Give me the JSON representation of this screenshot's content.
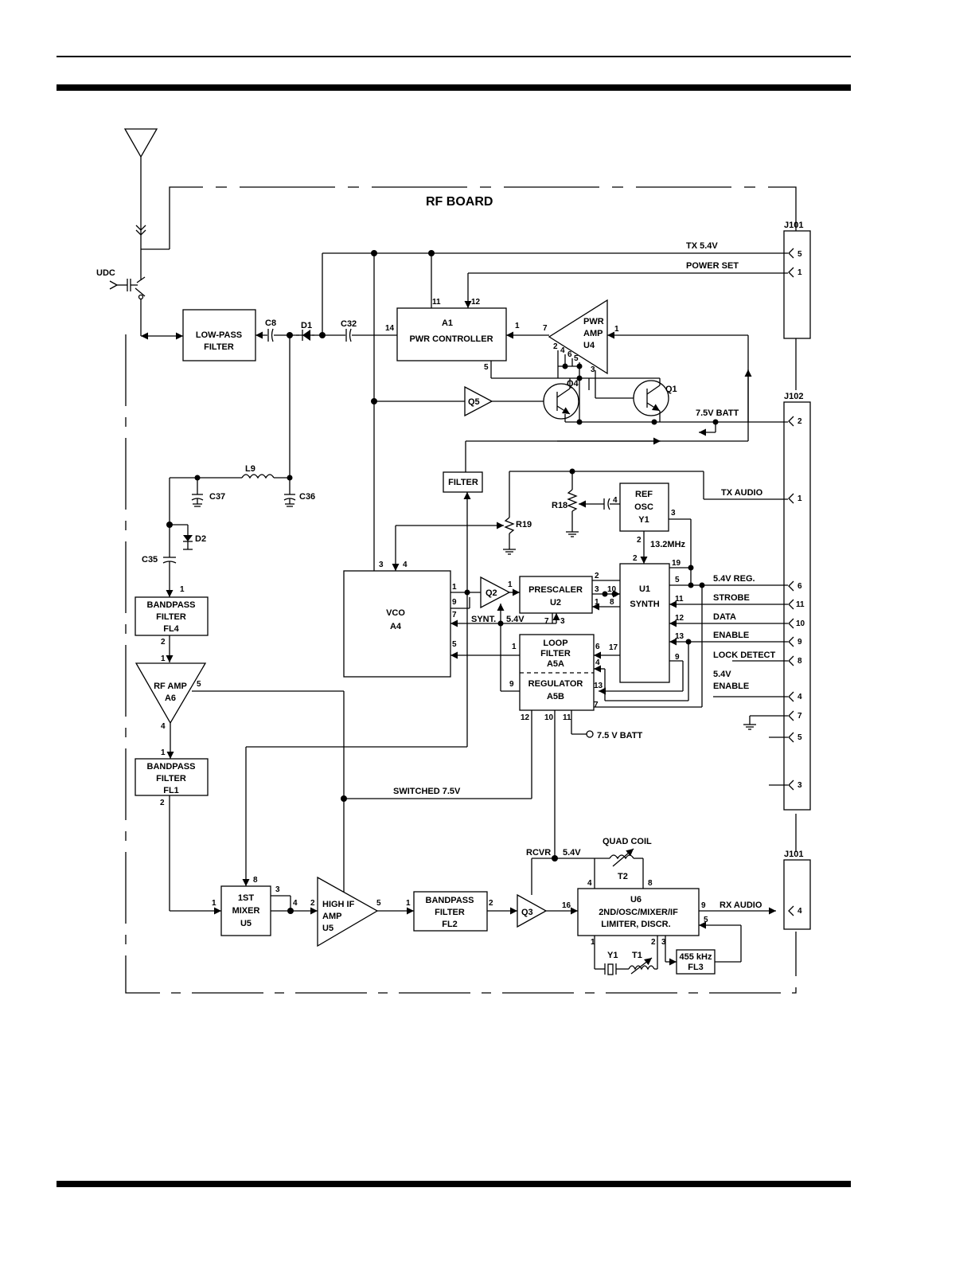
{
  "title": "RF BOARD",
  "connectors": {
    "j101_top": "J101",
    "j102": "J102",
    "j101_bottom": "J101"
  },
  "components": {
    "udc": "UDC",
    "low_pass_filter": [
      "LOW-PASS",
      "FILTER"
    ],
    "c8": "C8",
    "d1": "D1",
    "c32": "C32",
    "a1": [
      "A1",
      "PWR CONTROLLER"
    ],
    "pwr_amp": [
      "PWR",
      "AMP",
      "U4"
    ],
    "q1": "Q1",
    "q4": "Q4",
    "q5": "Q5",
    "l9": "L9",
    "c37": "C37",
    "c36": "C36",
    "d2": "D2",
    "c35": "C35",
    "fl4": [
      "BANDPASS",
      "FILTER",
      "FL4"
    ],
    "a6": [
      "RF AMP",
      "A6"
    ],
    "fl1": [
      "BANDPASS",
      "FILTER",
      "FL1"
    ],
    "filter": "FILTER",
    "r18": "R18",
    "r19": "R19",
    "ref_osc": [
      "REF",
      "OSC",
      "Y1"
    ],
    "vco": [
      "VCO",
      "A4"
    ],
    "q2": "Q2",
    "prescaler": [
      "PRESCALER",
      "U2"
    ],
    "u1": [
      "U1",
      "SYNTH"
    ],
    "a5a": [
      "LOOP",
      "FILTER",
      "A5A"
    ],
    "a5b": [
      "REGULATOR",
      "A5B"
    ],
    "mixer": [
      "1ST",
      "MIXER",
      "U5"
    ],
    "high_if_amp": [
      "HIGH IF",
      "AMP",
      "U5"
    ],
    "fl2": [
      "BANDPASS",
      "FILTER",
      "FL2"
    ],
    "q3": "Q3",
    "u6": [
      "U6",
      "2ND/OSC/MIXER/IF",
      "LIMITER, DISCR."
    ],
    "t2": "T2",
    "quad_coil": "QUAD COIL",
    "y1_xtal": "Y1",
    "t1": "T1",
    "fl3": [
      "455 kHz",
      "FL3"
    ]
  },
  "signals": {
    "tx_54v": "TX 5.4V",
    "power_set": "POWER SET",
    "batt_75v": "7.5V BATT",
    "tx_audio": "TX AUDIO",
    "freq_132": "13.2MHz",
    "reg_54v": "5.4V REG.",
    "strobe": "STROBE",
    "data": "DATA",
    "enable": "ENABLE",
    "lock_detect": "LOCK DETECT",
    "enable_54v": [
      "5.4V",
      "ENABLE"
    ],
    "synt": "SYNT.",
    "v54": "5.4V",
    "batt_75v_2": "7.5 V BATT",
    "switched_75v": "SWITCHED 7.5V",
    "rcvr": "RCVR",
    "rx_audio": "RX AUDIO"
  },
  "pins": {
    "j101_top": [
      "5",
      "1"
    ],
    "j102": [
      "2",
      "1",
      "6",
      "11",
      "10",
      "9",
      "8",
      "4",
      "7",
      "5",
      "3"
    ],
    "j101_bottom": [
      "4"
    ],
    "a1": [
      "11",
      "12",
      "14",
      "1",
      "5"
    ],
    "pwr_amp": [
      "7",
      "1",
      "2",
      "4",
      "6",
      "5",
      "3"
    ],
    "fl4": [
      "1",
      "2"
    ],
    "a6": [
      "1",
      "5",
      "4"
    ],
    "fl1": [
      "1",
      "2"
    ],
    "ref_osc": [
      "4",
      "3",
      "2"
    ],
    "vco": [
      "3",
      "4",
      "1",
      "9",
      "7",
      "5"
    ],
    "q2": [
      "1"
    ],
    "prescaler": [
      "2",
      "3",
      "1",
      "10",
      "8",
      "7",
      "3"
    ],
    "u1": [
      "2",
      "19",
      "5",
      "11",
      "12",
      "13",
      "17",
      "9"
    ],
    "a5": [
      "1",
      "6",
      "4",
      "9",
      "13",
      "7",
      "12",
      "10",
      "11"
    ],
    "mixer": [
      "8",
      "3",
      "1",
      "4"
    ],
    "high_if_amp": [
      "2",
      "5"
    ],
    "fl2": [
      "1",
      "2"
    ],
    "u6": [
      "4",
      "8",
      "16",
      "9",
      "5",
      "1",
      "2",
      "3"
    ]
  }
}
